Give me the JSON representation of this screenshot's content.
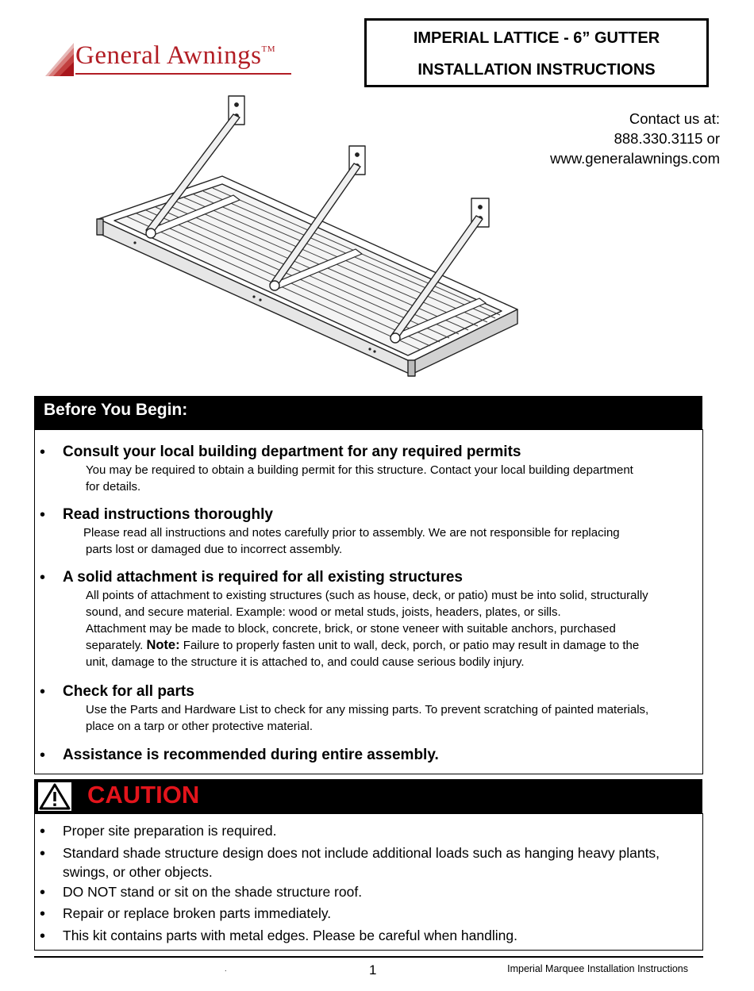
{
  "logo": {
    "name": "General Awnings",
    "tm": "TM"
  },
  "title": {
    "line1": "IMPERIAL LATTICE - 6” GUTTER",
    "line2": "INSTALLATION INSTRUCTIONS"
  },
  "contact": {
    "line1": "Contact us at:",
    "phone": "888.330.3115 or",
    "website": "www.generalawnings.com"
  },
  "before_you_begin": {
    "heading": "Before You Begin:",
    "items": [
      {
        "title": "Consult your local building department for any required permits",
        "lines": [
          "You may be required to obtain a building permit for this structure. Contact your local building department",
          "for details."
        ]
      },
      {
        "title": "Read instructions thoroughly",
        "lines": [
          "Please read all instructions and notes carefully prior to assembly. We are not responsible for replacing",
          "parts lost or damaged due to incorrect assembly."
        ]
      },
      {
        "title": "A solid attachment is required for all existing structures",
        "lines": [
          "All points of attachment to existing structures (such as house, deck, or patio) must be into solid, structurally",
          "sound, and secure material. Example: wood or metal studs, joists, headers, plates, or sills.",
          "Attachment may be made to block, concrete, brick, or stone veneer with suitable anchors, purchased"
        ],
        "note_prefix": "separately.",
        "note_label": "Note:",
        "note_text": "Failure to properly fasten unit to wall, deck, porch, or patio may result in damage to the",
        "note_last": "unit, damage to the structure it is attached to, and could cause serious bodily injury."
      },
      {
        "title": "Check for all parts",
        "lines": [
          "Use the Parts and Hardware List to check for any missing parts. To prevent scratching of painted materials,",
          "place on a tarp or other protective material."
        ]
      },
      {
        "title": "Assistance is recommended during entire assembly."
      }
    ]
  },
  "caution": {
    "heading": "CAUTION",
    "heading_color": "#e3141b",
    "items": [
      "Proper site preparation is required.",
      "Standard shade structure design does not include additional loads such as hanging heavy plants,",
      "swings, or other objects.",
      "DO NOT stand or sit on the shade structure roof.",
      "Repair or replace broken parts immediately.",
      "This kit contains parts with metal edges. Please be careful when handling."
    ]
  },
  "footer": {
    "dot": ".",
    "page": "1",
    "doc_name": "Imperial Marquee Installation Instructions"
  },
  "icons": {
    "bullet": "•",
    "warning": "warning-triangle-icon"
  },
  "colors": {
    "brand": "#b21d24",
    "caution": "#e3141b"
  }
}
